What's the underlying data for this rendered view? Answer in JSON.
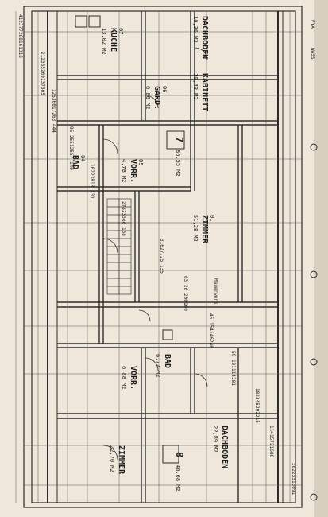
{
  "rooms": [
    {
      "name": "KÜCHE",
      "area": "13,02 M2",
      "code": "07"
    },
    {
      "name": "GARD.",
      "area": "6,86 M2",
      "code": "06"
    },
    {
      "name": "DACHBODEN",
      "area": "10,36 M2",
      "code": ""
    },
    {
      "name": "KABINETT",
      "area": "10,43 M2",
      "code": ""
    },
    {
      "name": "VORR.",
      "area": "4,78 M2",
      "code": "05"
    },
    {
      "name": "BAD",
      "area": "",
      "code": "04"
    },
    {
      "name": "ZIMMER",
      "area": "51,28 M2",
      "code": "01"
    },
    {
      "name": "BAD",
      "area": "6,77 M2",
      "code": ""
    },
    {
      "name": "VORR.",
      "area": "6,88 M2",
      "code": ""
    },
    {
      "name": "DACHBODEN",
      "area": "22,89 M2",
      "code": ""
    },
    {
      "name": "ZIMMER",
      "area": "22,70 M2",
      "code": ""
    }
  ],
  "apartment_labels": [
    {
      "text": "7",
      "sub": "86,55 M2"
    },
    {
      "text": "8",
      "sub": "46,68 M2"
    }
  ],
  "dimensions": [
    "412",
    "212",
    "125",
    "95",
    "102",
    "278",
    "316",
    "63",
    "45",
    "59",
    "182",
    "114",
    "302",
    "377",
    "365",
    "360",
    "255",
    "238",
    "233",
    "277",
    "20",
    "154",
    "131",
    "345",
    "157",
    "253",
    "288",
    "269",
    "172",
    "125",
    "18",
    "60",
    "25",
    "200",
    "146",
    "114",
    "292",
    "216",
    "130",
    "161",
    "137",
    "63",
    "57",
    "131",
    "158",
    "135",
    "160",
    "240",
    "281",
    "215",
    "80",
    "91",
    "318",
    "505",
    "444",
    "140"
  ],
  "annotations": [
    "WASS",
    "FYA",
    "Mauerwerk"
  ]
}
